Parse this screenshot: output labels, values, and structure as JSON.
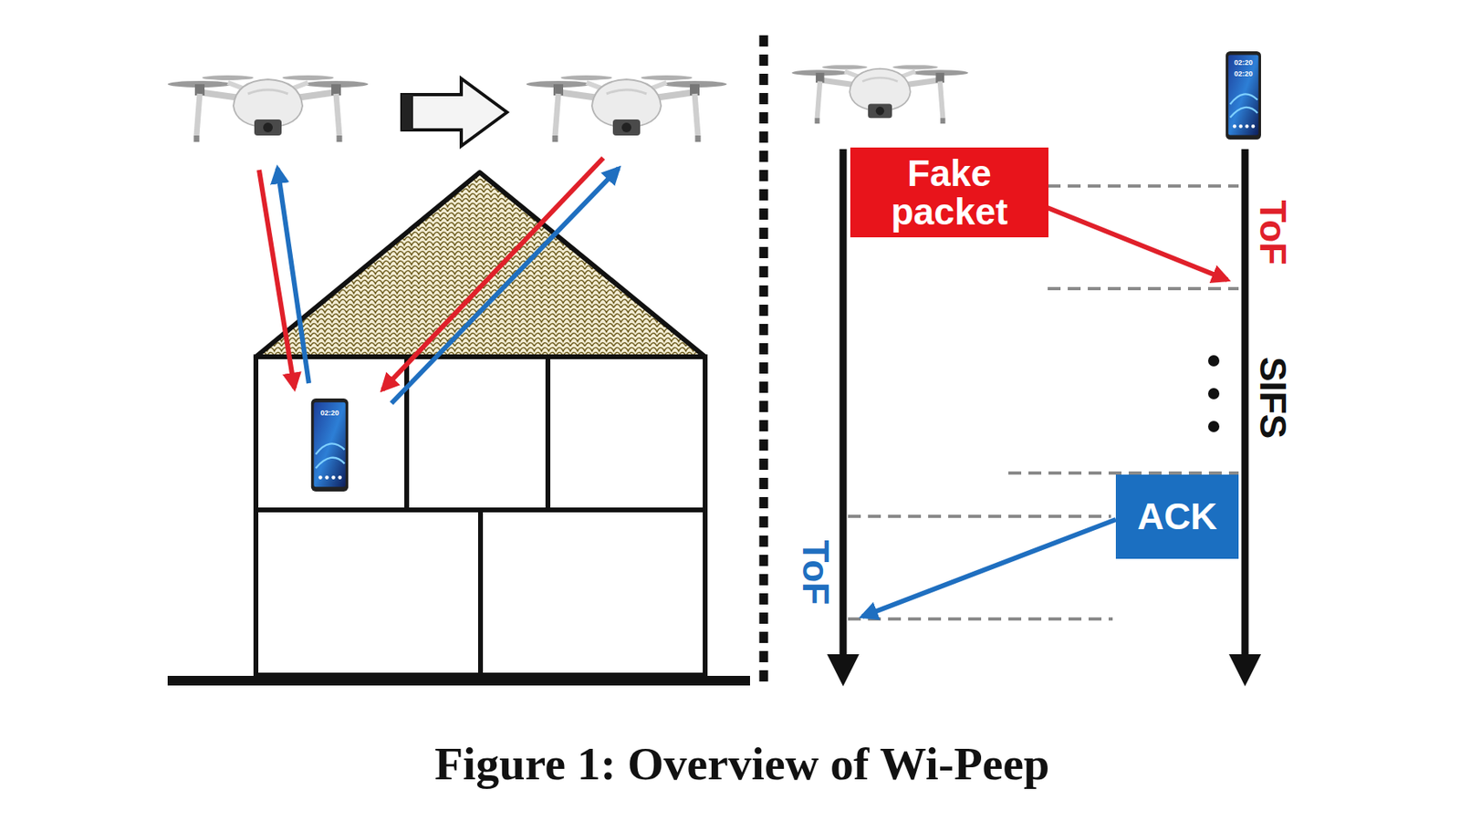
{
  "diagram": {
    "caption": "Figure 1: Overview of Wi-Peep",
    "nodes": [
      {
        "text": [
          "Fake packet"
        ]
      },
      {
        "text": [
          "ACK"
        ]
      }
    ],
    "labels": [
      "ToF",
      "SIFS",
      "ToF",
      "02:20",
      "02:20",
      "02:20"
    ]
  }
}
